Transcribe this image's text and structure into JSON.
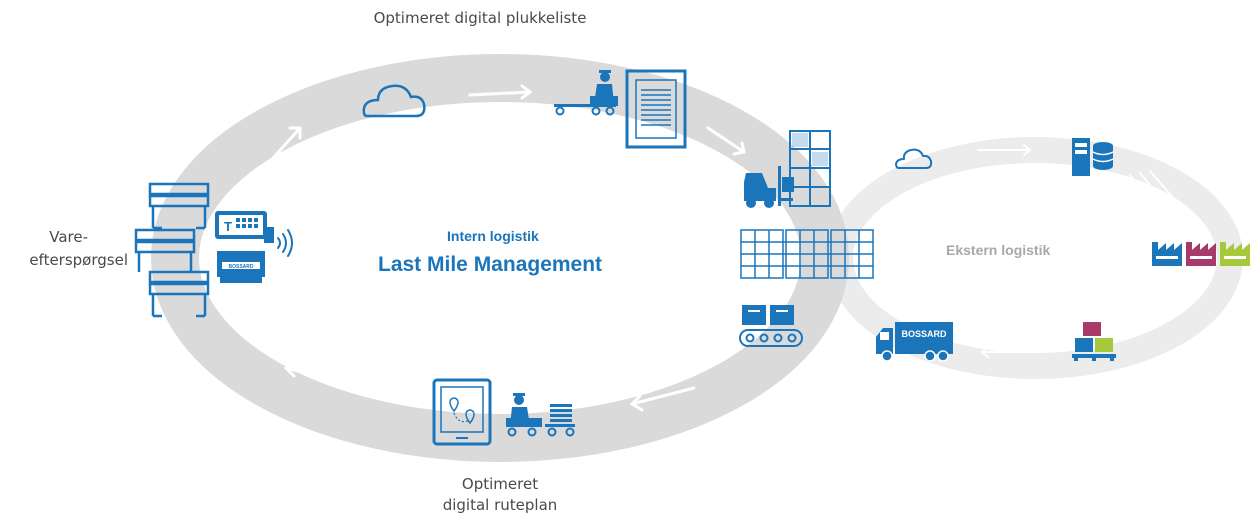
{
  "labels": {
    "top": "Optimeret digital plukkeliste",
    "left_line1": "Vare-",
    "left_line2": "efterspørgsel",
    "bottom_line1": "Optimeret",
    "bottom_line2": "digital ruteplan"
  },
  "center": {
    "subtitle": "Intern logistik",
    "title": "Last Mile Management"
  },
  "external": {
    "title": "Ekstern logistik"
  },
  "brand": {
    "name": "BOSSARD"
  },
  "colors": {
    "blue": "#1b75bb",
    "ring_inner": "#dadada",
    "ring_outer": "#ececec",
    "magenta": "#a8396b",
    "lime": "#a6c83b",
    "text": "#4a4a4a"
  },
  "icons": [
    "shelf-icon",
    "smart-bin-reader-icon",
    "wireless-signal-icon",
    "cloud-icon",
    "worker-cart-icon",
    "document-icon",
    "forklift-icon",
    "pallet-rack-icon",
    "warehouse-racks-icon",
    "conveyor-boxes-icon",
    "tablet-map-icon",
    "delivery-cart-icon",
    "server-database-icon",
    "factories-icon",
    "stacked-boxes-icon",
    "delivery-truck-icon",
    "arrow-icon"
  ]
}
